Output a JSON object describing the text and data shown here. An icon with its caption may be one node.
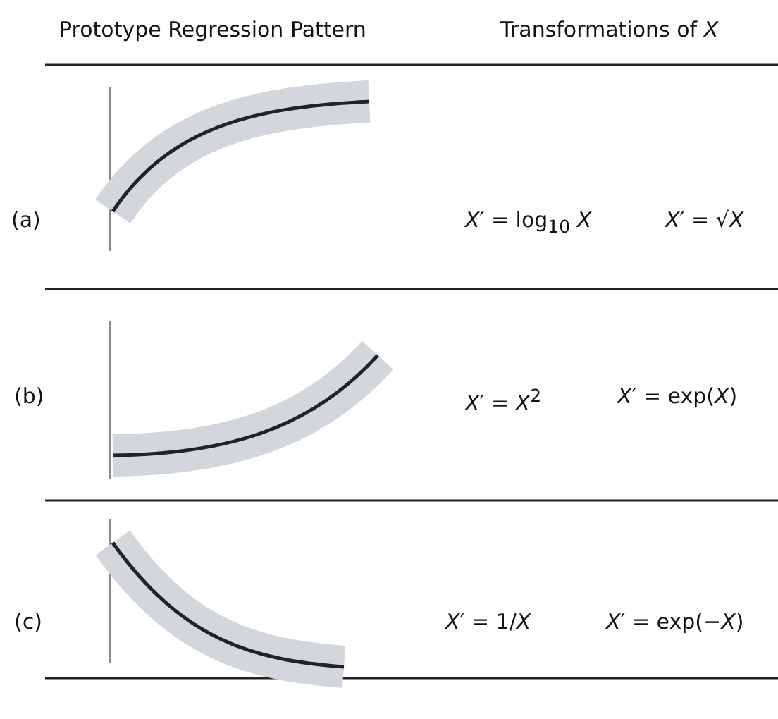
{
  "diagram": {
    "labels": [
      "Prototype Regression Pattern",
      "Transformations of *X*",
      "(a)",
      "*X*′ = log$_{10}$ *X*",
      "*X*′ = √*X*",
      "(b)",
      "*X*′ = *X*$^{2}$",
      "*X*′ = exp(*X*)",
      "(c)",
      "*X*′ = 1/*X*",
      "*X*′ = exp(−*X*)"
    ]
  }
}
